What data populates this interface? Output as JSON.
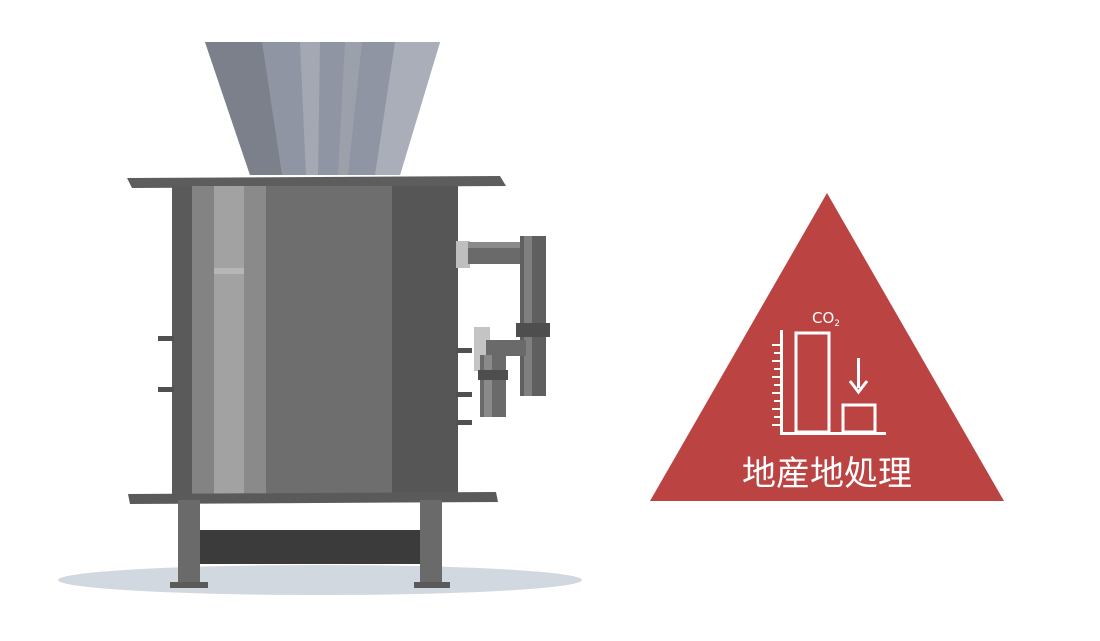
{
  "badge": {
    "label": "地産地処理",
    "gas_label": "CO",
    "gas_subscript": "2",
    "color": "#bb4443",
    "icon": "co2-reduction-chart-icon"
  },
  "illustration": {
    "subject": "stove-icon",
    "colors": {
      "body": "#6e6e6e",
      "dark": "#505050",
      "light": "#9a9a9a",
      "hopper": "#8f95a2",
      "shadow": "#d2d8df"
    }
  }
}
